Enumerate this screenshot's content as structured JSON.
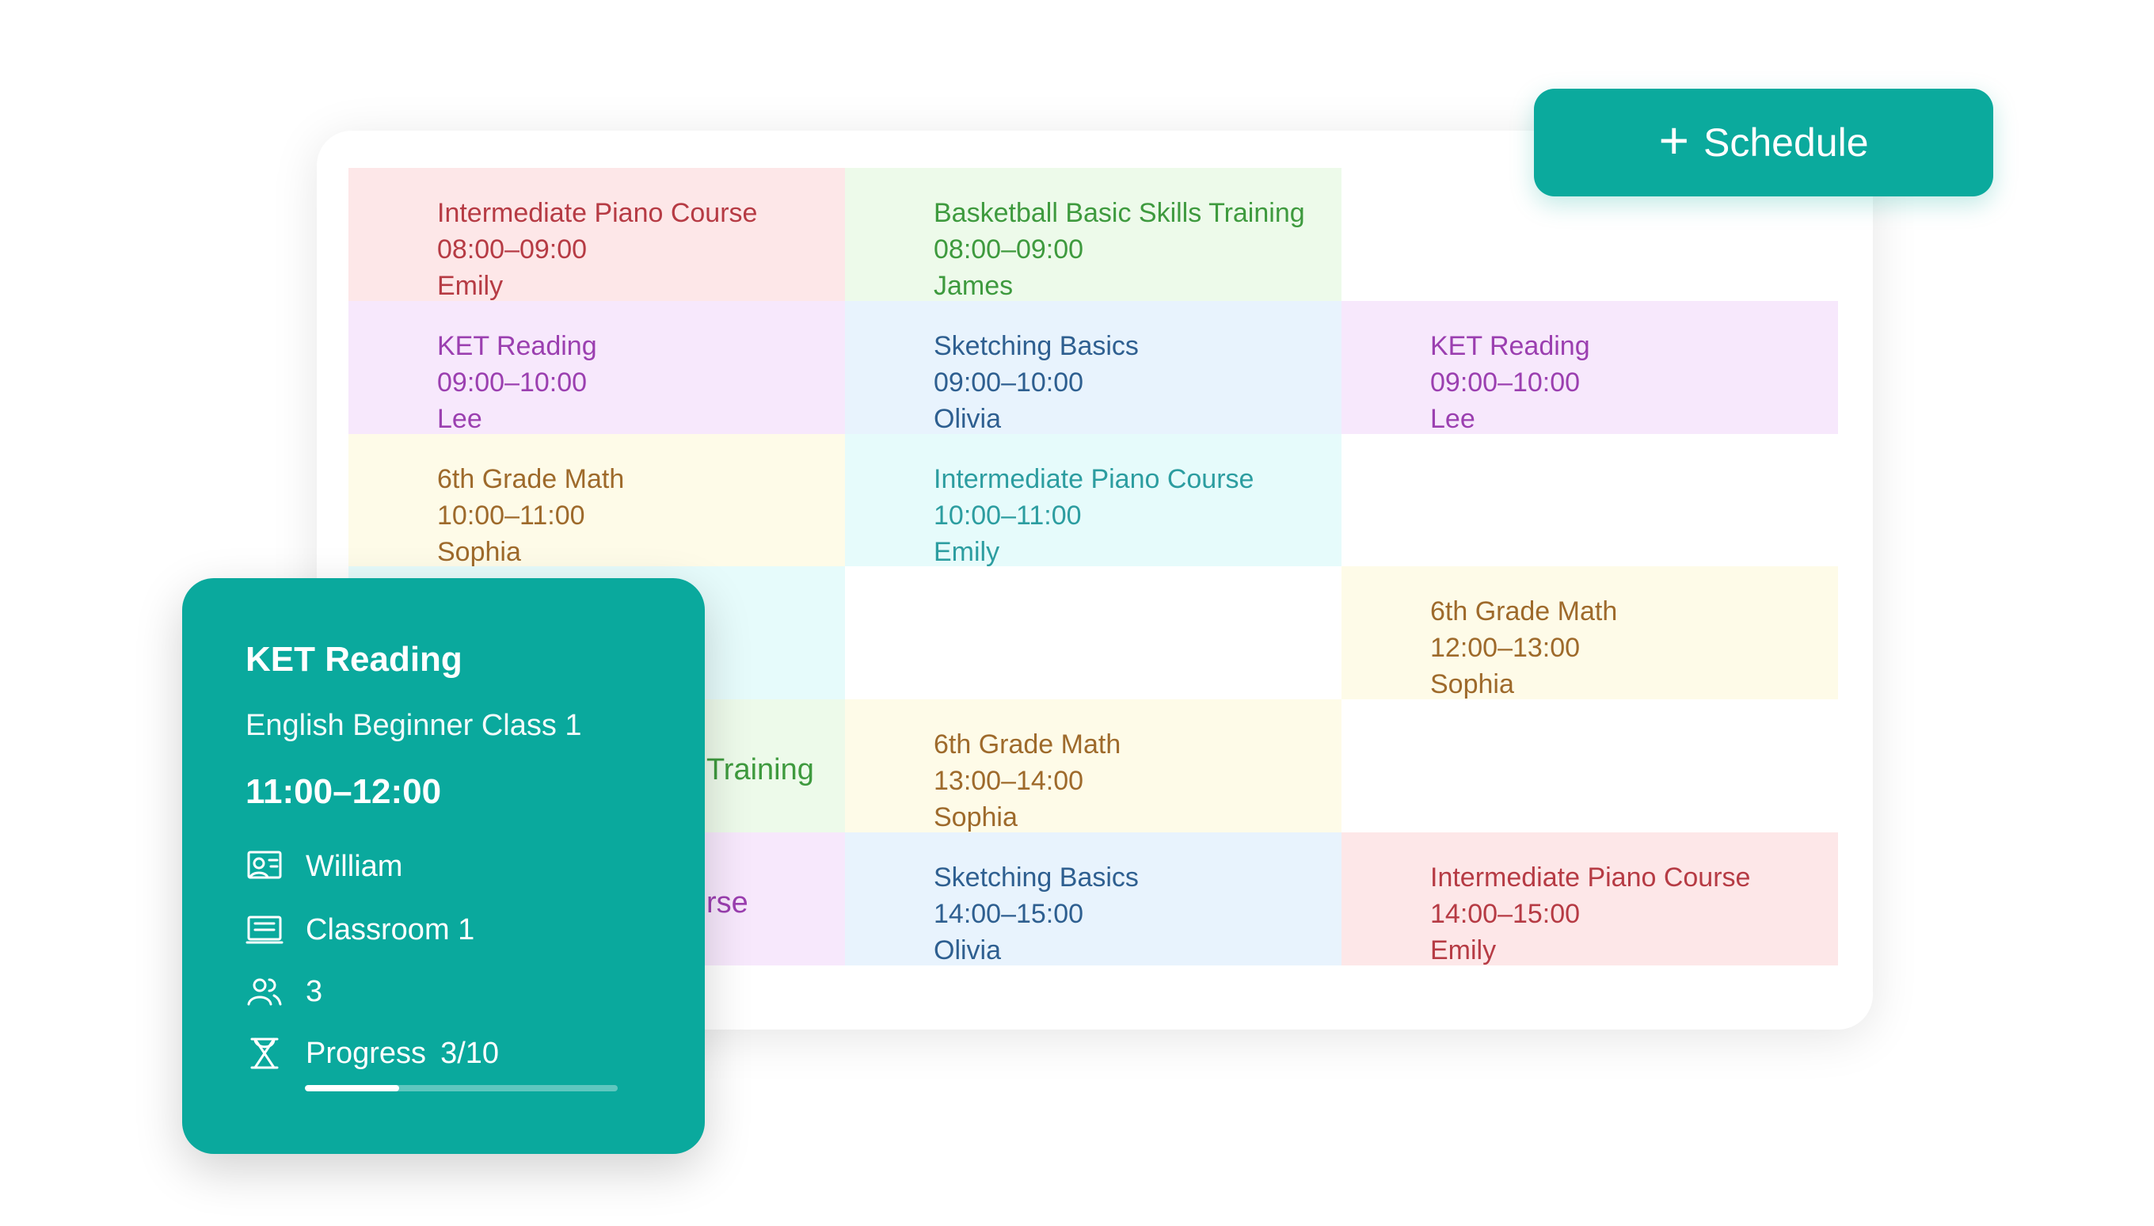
{
  "schedule_button": {
    "label": "Schedule",
    "icon": "plus-icon"
  },
  "grid": {
    "cells": [
      {
        "color": "red",
        "title": "Intermediate Piano Course",
        "time": "08:00–09:00",
        "teacher": "Emily"
      },
      {
        "color": "green",
        "title": "Basketball Basic Skills Training",
        "time": "08:00–09:00",
        "teacher": "James"
      },
      {
        "color": "empty"
      },
      {
        "color": "purple",
        "title": "KET Reading",
        "time": "09:00–10:00",
        "teacher": "Lee"
      },
      {
        "color": "blue",
        "title": "Sketching Basics",
        "time": "09:00–10:00",
        "teacher": "Olivia"
      },
      {
        "color": "purple",
        "title": "KET Reading",
        "time": "09:00–10:00",
        "teacher": "Lee"
      },
      {
        "color": "yellow",
        "title": "6th Grade Math",
        "time": "10:00–11:00",
        "teacher": "Sophia"
      },
      {
        "color": "cyan",
        "title": "Intermediate Piano Course",
        "time": "10:00–11:00",
        "teacher": "Emily"
      },
      {
        "color": "empty"
      },
      {
        "color": "cyan"
      },
      {
        "color": "empty"
      },
      {
        "color": "yellow",
        "title": "6th Grade Math",
        "time": "12:00–13:00",
        "teacher": "Sophia"
      },
      {
        "color": "green",
        "partial": "Training"
      },
      {
        "color": "yellow",
        "title": "6th Grade Math",
        "time": "13:00–14:00",
        "teacher": "Sophia"
      },
      {
        "color": "empty"
      },
      {
        "color": "purple",
        "partial": "rse"
      },
      {
        "color": "blue",
        "title": "Sketching Basics",
        "time": "14:00–15:00",
        "teacher": "Olivia"
      },
      {
        "color": "red",
        "title": "Intermediate Piano Course",
        "time": "14:00–15:00",
        "teacher": "Emily"
      }
    ]
  },
  "popup": {
    "title": "KET Reading",
    "subtitle": "English Beginner Class 1",
    "time": "11:00–12:00",
    "teacher": "William",
    "classroom": "Classroom 1",
    "students": "3",
    "progress_label": "Progress",
    "progress_text": "3/10",
    "progress_fraction": 0.3
  }
}
